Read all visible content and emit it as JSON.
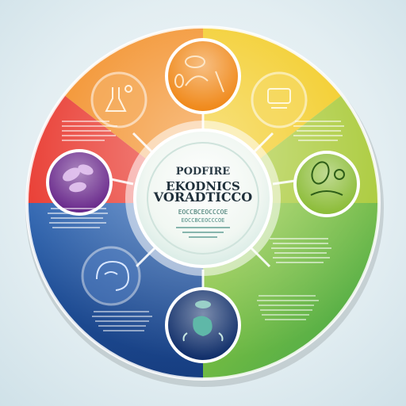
{
  "colors": {
    "red": "#e8342a",
    "orange": "#f28a1e",
    "yellow": "#f2c919",
    "green": "#7cbf2e",
    "purple": "#6a2a8c",
    "blue": "#1f4f9c",
    "navy": "#12306b",
    "center_fill": "#f7fbf9"
  },
  "center": {
    "title_line1": "PODFIRE",
    "title_line2": "EKODNICS",
    "title_line3": "VORADTICCO",
    "subtitle_line1": "EOCCBCEOCCCOE",
    "subtitle_line2": "EOCCBCEOCCCOE"
  },
  "nodes": [
    {
      "id": "top",
      "icon": "utensils-icon"
    },
    {
      "id": "top-left",
      "icon": "laboratory-flask-icon"
    },
    {
      "id": "top-right",
      "icon": "food-scale-icon"
    },
    {
      "id": "left",
      "icon": "herb-leaf-icon"
    },
    {
      "id": "right",
      "icon": "vegetables-icon"
    },
    {
      "id": "bottom-left",
      "icon": "brain-icon"
    },
    {
      "id": "bottom",
      "icon": "stomach-icon"
    }
  ]
}
